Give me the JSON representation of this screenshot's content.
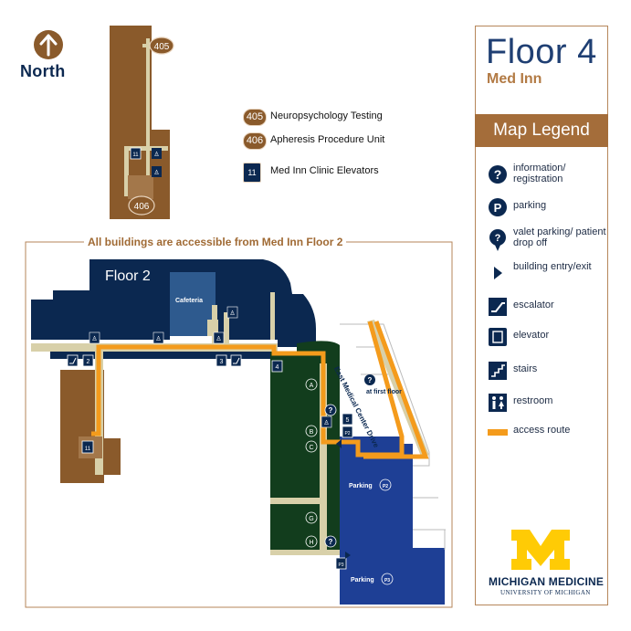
{
  "compass": {
    "label": "North"
  },
  "header": {
    "title": "Floor 4",
    "subtitle": "Med Inn"
  },
  "legend": {
    "title": "Map Legend",
    "items": [
      {
        "icon": "information-icon",
        "label": "information/ registration"
      },
      {
        "icon": "parking-icon",
        "label": "parking"
      },
      {
        "icon": "valet-parking-icon",
        "label": "valet parking/ patient drop off"
      },
      {
        "icon": "building-entry-icon",
        "label": "building entry/exit"
      },
      {
        "icon": "escalator-icon",
        "label": "escalator"
      },
      {
        "icon": "elevator-icon",
        "label": "elevator"
      },
      {
        "icon": "stairs-icon",
        "label": "stairs"
      },
      {
        "icon": "restroom-icon",
        "label": "restroom"
      },
      {
        "icon": "access-route-icon",
        "label": "access route"
      }
    ]
  },
  "floor4_key": [
    {
      "number": "405",
      "label": "Neuropsychology Testing"
    },
    {
      "number": "406",
      "label": "Apheresis Procedure Unit"
    },
    {
      "number": "11",
      "label": "Med Inn Clinic Elevators"
    }
  ],
  "access_note": "All buildings are accessible from Med Inn Floor 2",
  "floor2_map": {
    "floor_label": "Floor 2",
    "cafeteria_label": "Cafeteria",
    "street_label": "East Medical Center Drive",
    "info_note": "at first floor",
    "parking_p2": "Parking",
    "parking_p2_badge": "P2",
    "parking_p3": "Parking",
    "parking_p3_badge": "P3",
    "elevator_labels": [
      "2",
      "3",
      "4",
      "11",
      "5",
      "P2",
      "P3"
    ],
    "zone_letters": [
      "A",
      "B",
      "C",
      "G",
      "H"
    ]
  },
  "room_badges": {
    "r405": "405",
    "r406": "406"
  },
  "branding": {
    "name": "MICHIGAN MEDICINE",
    "sub": "UNIVERSITY OF MICHIGAN"
  },
  "colors": {
    "navy": "#0b2850",
    "brown": "#8a5a2b",
    "green": "#123d1d",
    "blue_parking": "#1e3f95",
    "route": "#f49b1c",
    "corridor": "#d8d0a9",
    "maize": "#ffcb05"
  }
}
